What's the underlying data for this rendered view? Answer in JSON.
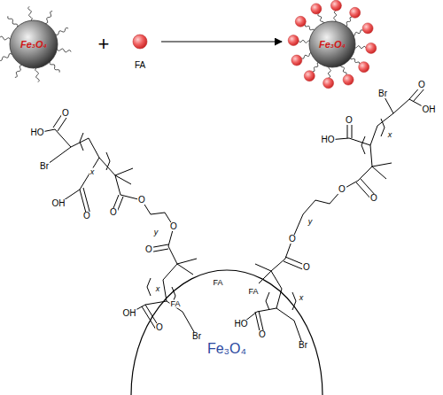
{
  "diagram": {
    "nodes": [
      {
        "text": [
          "Fe₃O₄"
        ]
      },
      {
        "text": [
          "FA"
        ]
      },
      {
        "text": [
          "Fe₃O₄"
        ]
      },
      {
        "text": [
          "Fe₃O₄"
        ]
      }
    ],
    "edges": [
      {
        "from": 1,
        "to": 2,
        "arrow": "to"
      }
    ],
    "labels": [
      "+",
      "FA",
      "FA",
      "FA",
      "HO",
      "O",
      "Br",
      "x",
      "OH",
      "O",
      "O",
      "O",
      "y",
      "O",
      "O",
      "x",
      "OH",
      "O",
      "Br",
      "O",
      "OH",
      "Br",
      "HO",
      "O",
      "x",
      "O",
      "O",
      "y",
      "O",
      "O",
      "x",
      "HO",
      "O",
      "Br"
    ]
  }
}
